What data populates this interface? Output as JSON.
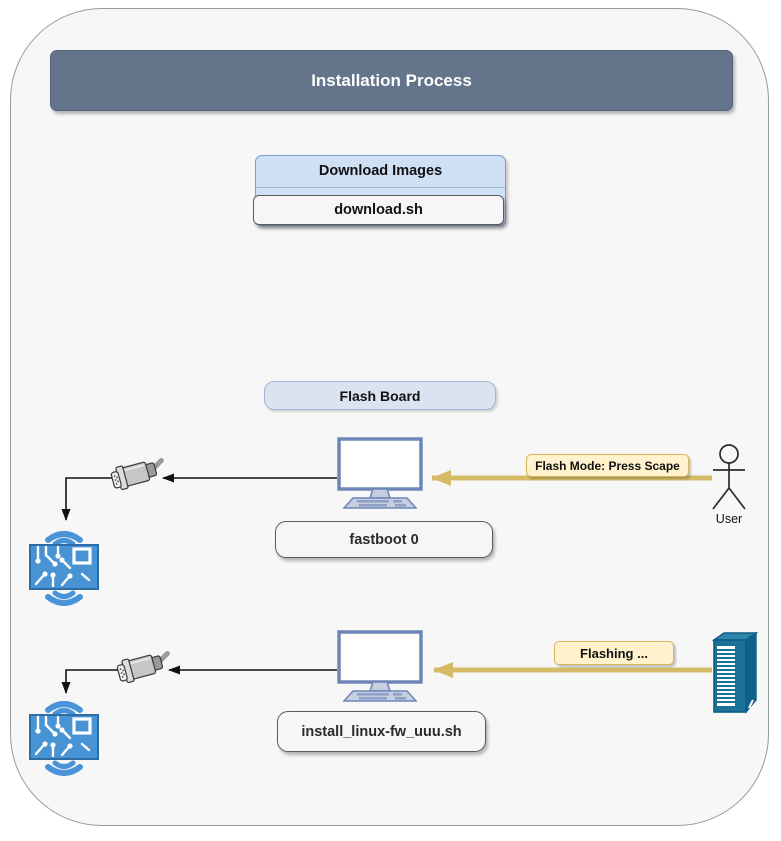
{
  "diagram": {
    "title": "Installation Process"
  },
  "download_section": {
    "header": "Download Images",
    "script": "download.sh"
  },
  "flash_section": {
    "header": "Flash Board",
    "step1": {
      "command": "fastboot 0",
      "annotation": "Flash Mode: Press Scape",
      "actor": "User"
    },
    "step2": {
      "command": "install_linux-fw_uuu.sh",
      "annotation": "Flashing ..."
    }
  },
  "icons": {
    "computer": "desktop-computer-icon",
    "serial": "serial-connector-icon",
    "board": "circuit-board-wireless-icon",
    "actor": "stick-figure-user-icon",
    "server": "server-tower-icon"
  },
  "colors": {
    "title_bar_bg": "#64748b",
    "blue_box_fill": "#cfdff4",
    "blue_box_border": "#7e9cc9",
    "flash_board_fill": "#dbe3f0",
    "annotation_fill": "#fff2cc",
    "annotation_border": "#d6b656",
    "arrow_yellow": "#d5bb66",
    "arrow_black": "#111111",
    "board_blue": "#4793d3",
    "server_teal": "#1a7299",
    "monitor_border": "#6d85b8"
  }
}
